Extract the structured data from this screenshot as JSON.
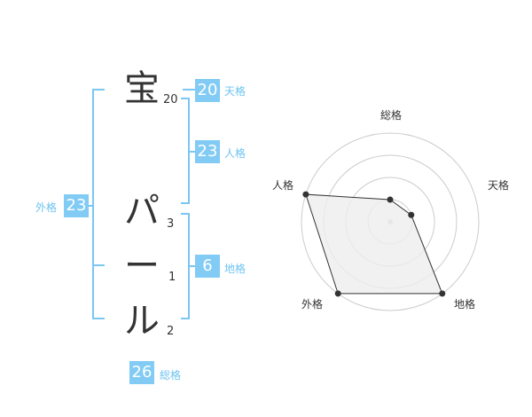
{
  "name": {
    "chars": [
      "宝",
      "パ",
      "ー",
      "ル"
    ],
    "strokes": [
      "20",
      "3",
      "1",
      "2"
    ]
  },
  "fortunes": {
    "tenkaku": {
      "value": "20",
      "label": "天格"
    },
    "jinkaku": {
      "value": "23",
      "label": "人格"
    },
    "chikaku": {
      "value": "6",
      "label": "地格"
    },
    "gaikaku": {
      "value": "23",
      "label": "外格"
    },
    "soukaku": {
      "value": "26",
      "label": "総格"
    }
  },
  "radar": {
    "axes": [
      "総格",
      "天格",
      "地格",
      "外格",
      "人格"
    ],
    "values": [
      1,
      1,
      4,
      4,
      4
    ],
    "max": 4,
    "rings": 4,
    "line_color": "#333333",
    "fill_color": "#eeeeee"
  }
}
